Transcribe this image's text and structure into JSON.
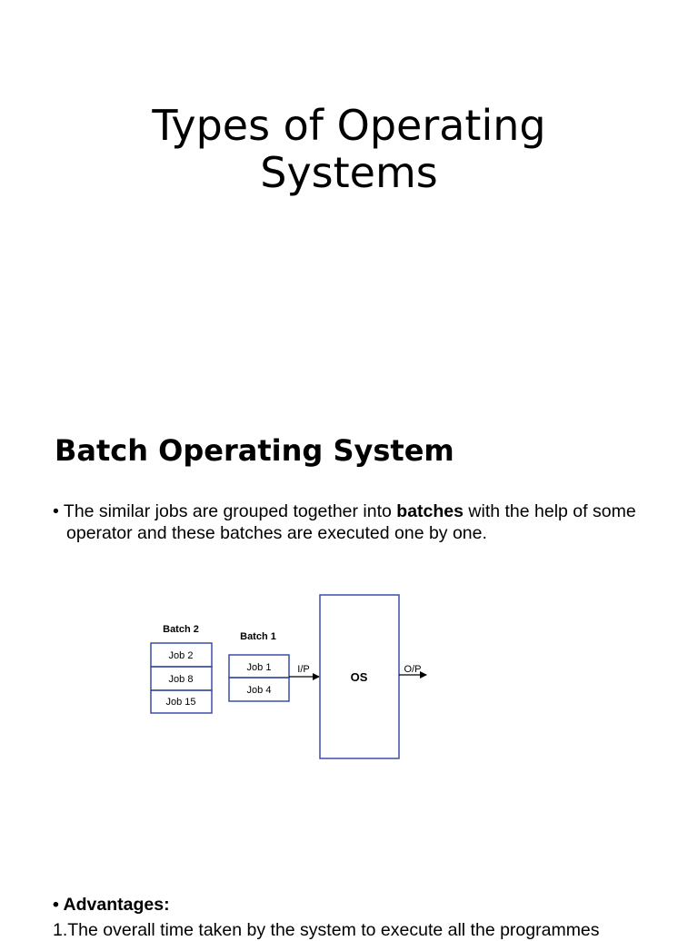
{
  "slide1": {
    "title_line1": "Types of Operating",
    "title_line2": "Systems"
  },
  "slide2": {
    "heading": "Batch Operating System",
    "bullet_marker": "•",
    "bullet_pre": "The similar jobs are grouped together into ",
    "bullet_bold": "batches",
    "bullet_post": " with the help of some operator and these batches are executed one by one.",
    "diagram": {
      "batch2_label": "Batch 2",
      "batch2_jobs": [
        "Job 2",
        "Job 8",
        "Job 15"
      ],
      "batch1_label": "Batch 1",
      "batch1_jobs": [
        "Job 1",
        "Job 4"
      ],
      "input_label": "I/P",
      "os_label": "OS",
      "output_label": "O/P",
      "box_color": "#3a4fa8"
    },
    "advantages_marker": "•",
    "advantages_label": "Advantages:",
    "advantages_first_item": "1.The overall time taken by the system to execute all the programmes"
  }
}
